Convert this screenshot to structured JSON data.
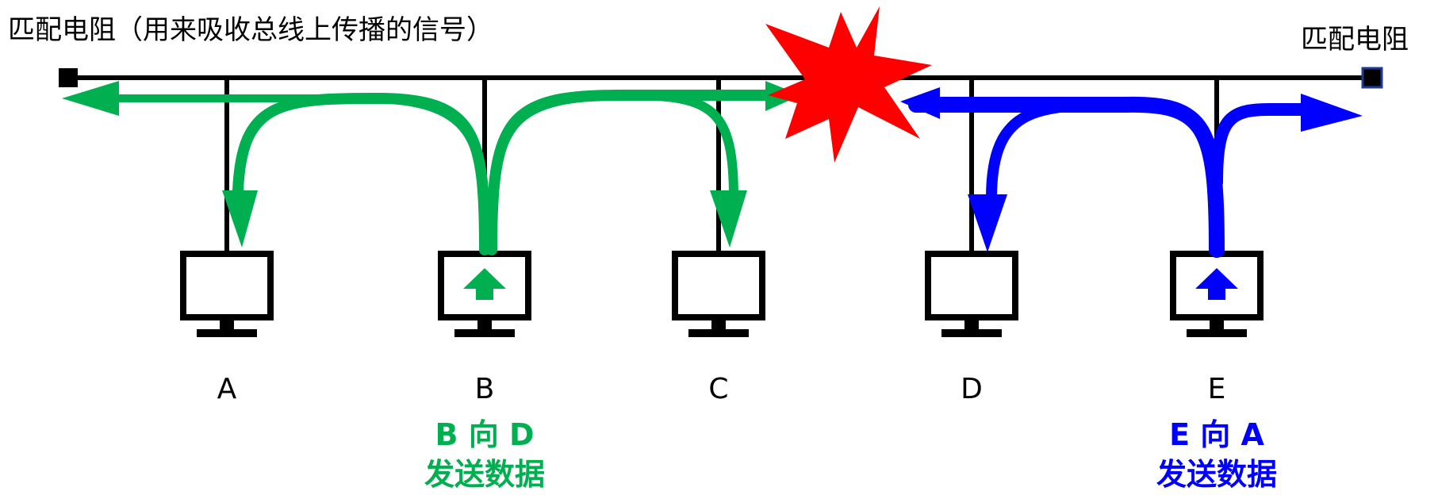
{
  "labels": {
    "left_terminator": "匹配电阻（用来吸收总线上传播的信号）",
    "right_terminator": "匹配电阻"
  },
  "nodes": [
    {
      "name": "A"
    },
    {
      "name": "B"
    },
    {
      "name": "C"
    },
    {
      "name": "D"
    },
    {
      "name": "E"
    }
  ],
  "transmissions": [
    {
      "line1": "B 向 D",
      "line2": "发送数据",
      "color": "#00B050"
    },
    {
      "line1": "E 向 A",
      "line2": "发送数据",
      "color": "#0000FF"
    }
  ],
  "colors": {
    "bus": "#000000",
    "green_signal": "#00B050",
    "blue_signal": "#0000FF",
    "collision": "#FF0000",
    "right_terminator_border": "#1F3A93"
  },
  "icons": [
    "computer-monitor-icon",
    "up-arrow-icon",
    "collision-burst-icon"
  ]
}
